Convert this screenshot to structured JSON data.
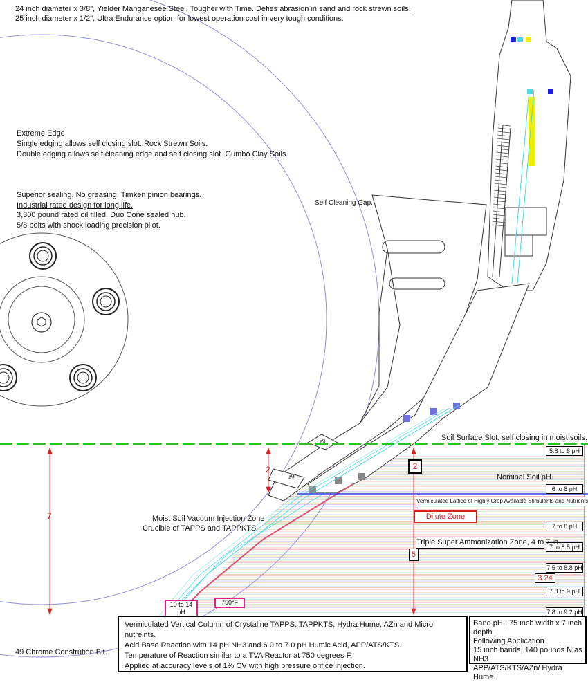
{
  "header": {
    "line1_prefix": "24 inch diameter x 3/8\", Yielder Manganesee Steel, ",
    "line1_emph": "Tougher with Time. Defies abrasion in sand and rock strewn soils.",
    "line2": "25 inch diameter x 1/2\", Ultra Endurance option for lowest operation cost in very tough conditions."
  },
  "edge": {
    "title": "Extreme Edge",
    "line1": "Single edging allows self closing slot. Rock Strewn Soils.",
    "line2": "Double edging allows self cleaning edge and self closing slot.  Gumbo Clay Soils."
  },
  "sealing": {
    "line1": "Superior sealing, No greasing, Timken pinion bearings.",
    "line2": "Industrial rated design for long life.",
    "line3": "3,300 pound rated oil filled, Duo Cone sealed hub.",
    "line4": "5/8 bolts with shock loading precision pilot."
  },
  "labels": {
    "self_cleaning_gap": "Self Cleaning Gap.",
    "soil_surface": "Soil Surface Slot, self closing in moist soils.",
    "nominal_ph": "Nominal Soil pH.",
    "vacuum_zone_1": "Moist Soil Vacuum Injection Zone",
    "vacuum_zone_2": "Crucible of TAPPS and TAPPKTS",
    "chrome_bit": "49 Chrome Constrution Bit.",
    "shank_49_a": "49",
    "shank_49_b": "49"
  },
  "ph_scale": [
    {
      "label": "5.8  to 8 pH"
    },
    {
      "label": "6 to 8 pH"
    },
    {
      "label": "7 to 8 pH"
    },
    {
      "label": "7 to 8.5 pH"
    },
    {
      "label": "7.5 to 8.8 pH"
    },
    {
      "label": "7.8 to 9 pH"
    },
    {
      "label": "7.8  to 9.2 pH"
    }
  ],
  "zones": {
    "lattice": "Vermiculated Lattice of Highly Crop Available Stimulants and Nutrients.",
    "dilute": "Dilute Zone",
    "triple_super": "Triple Super Ammonization Zone, 4 to 7 in."
  },
  "dimensions": {
    "seven": "7",
    "two_left": "2",
    "two_box": "2",
    "five": "5",
    "value_324": "3.24"
  },
  "temps": {
    "ph_range": "10 to 14 pH",
    "temperature": "750°F"
  },
  "column_box": {
    "line1": "Vermiculated Vertical Column of Crystaline TAPPS, TAPPKTS, Hydra Hume, AZn and Micro nutreints.",
    "line2": "Acid Base Reaction with 14 pH NH3 and 6.0 to 7.0 pH Humic Acid, APP/ATS/KTS.",
    "line3": "Temperature of Reaction similar to a TVA Reactor at 750 degrees F.",
    "line4": "Applied at accuracy levels of 1% CV with high pressure orifice injection."
  },
  "band_box": {
    "line1": "Band pH, .75 inch width x 7 inch depth.",
    "line2": "Following Application",
    "line3": "15 inch bands, 140 pounds N as NH3",
    "line4": "APP/ATS/KTS/AZn/ Hydra Hume."
  },
  "colors": {
    "soil_line": "#22c422",
    "dimension_red": "#d42020",
    "disc_blue": "#8f8fd8",
    "accent_yellow": "#f2ee00",
    "accent_blue": "#1d1de0",
    "accent_cyan": "#49d8e8",
    "pink": "#e0218a"
  }
}
